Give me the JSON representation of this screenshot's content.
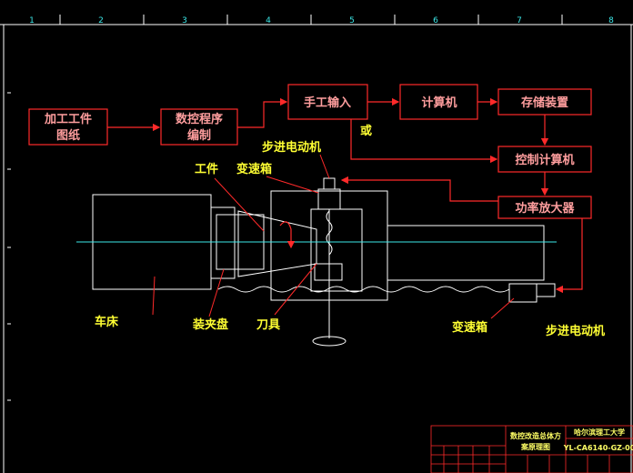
{
  "ruler": {
    "columns": [
      "1",
      "2",
      "3",
      "4",
      "5",
      "6",
      "7",
      "8"
    ]
  },
  "blocks": {
    "workpiece_drawing": [
      "加工工件",
      "图纸"
    ],
    "nc_program": [
      "数控程序",
      "编制"
    ],
    "manual_input": "手工输入",
    "computer": "计算机",
    "storage": "存储装置",
    "control_computer": "控制计算机",
    "power_amp": "功率放大器"
  },
  "connector_label": "或",
  "labels": {
    "stepper_motor_top": "步进电动机",
    "workpiece": "工件",
    "gearbox_top": "变速箱",
    "lathe_bed": "车床",
    "chuck": "装夹盘",
    "tool": "刀具",
    "gearbox_bottom": "变速箱",
    "stepper_motor_right": "步进电动机"
  },
  "title_block": {
    "title": [
      "数控改造总体方",
      "案原理图"
    ],
    "school": "哈尔滨理工大学",
    "drawing_number": "YL-CA6140-GZ-00"
  },
  "colors": {
    "block_border": "#ff2a2a",
    "block_text": "#ff9e9e",
    "label": "#ffff33",
    "axis": "#3ce8e8",
    "machine": "#ffffff"
  }
}
